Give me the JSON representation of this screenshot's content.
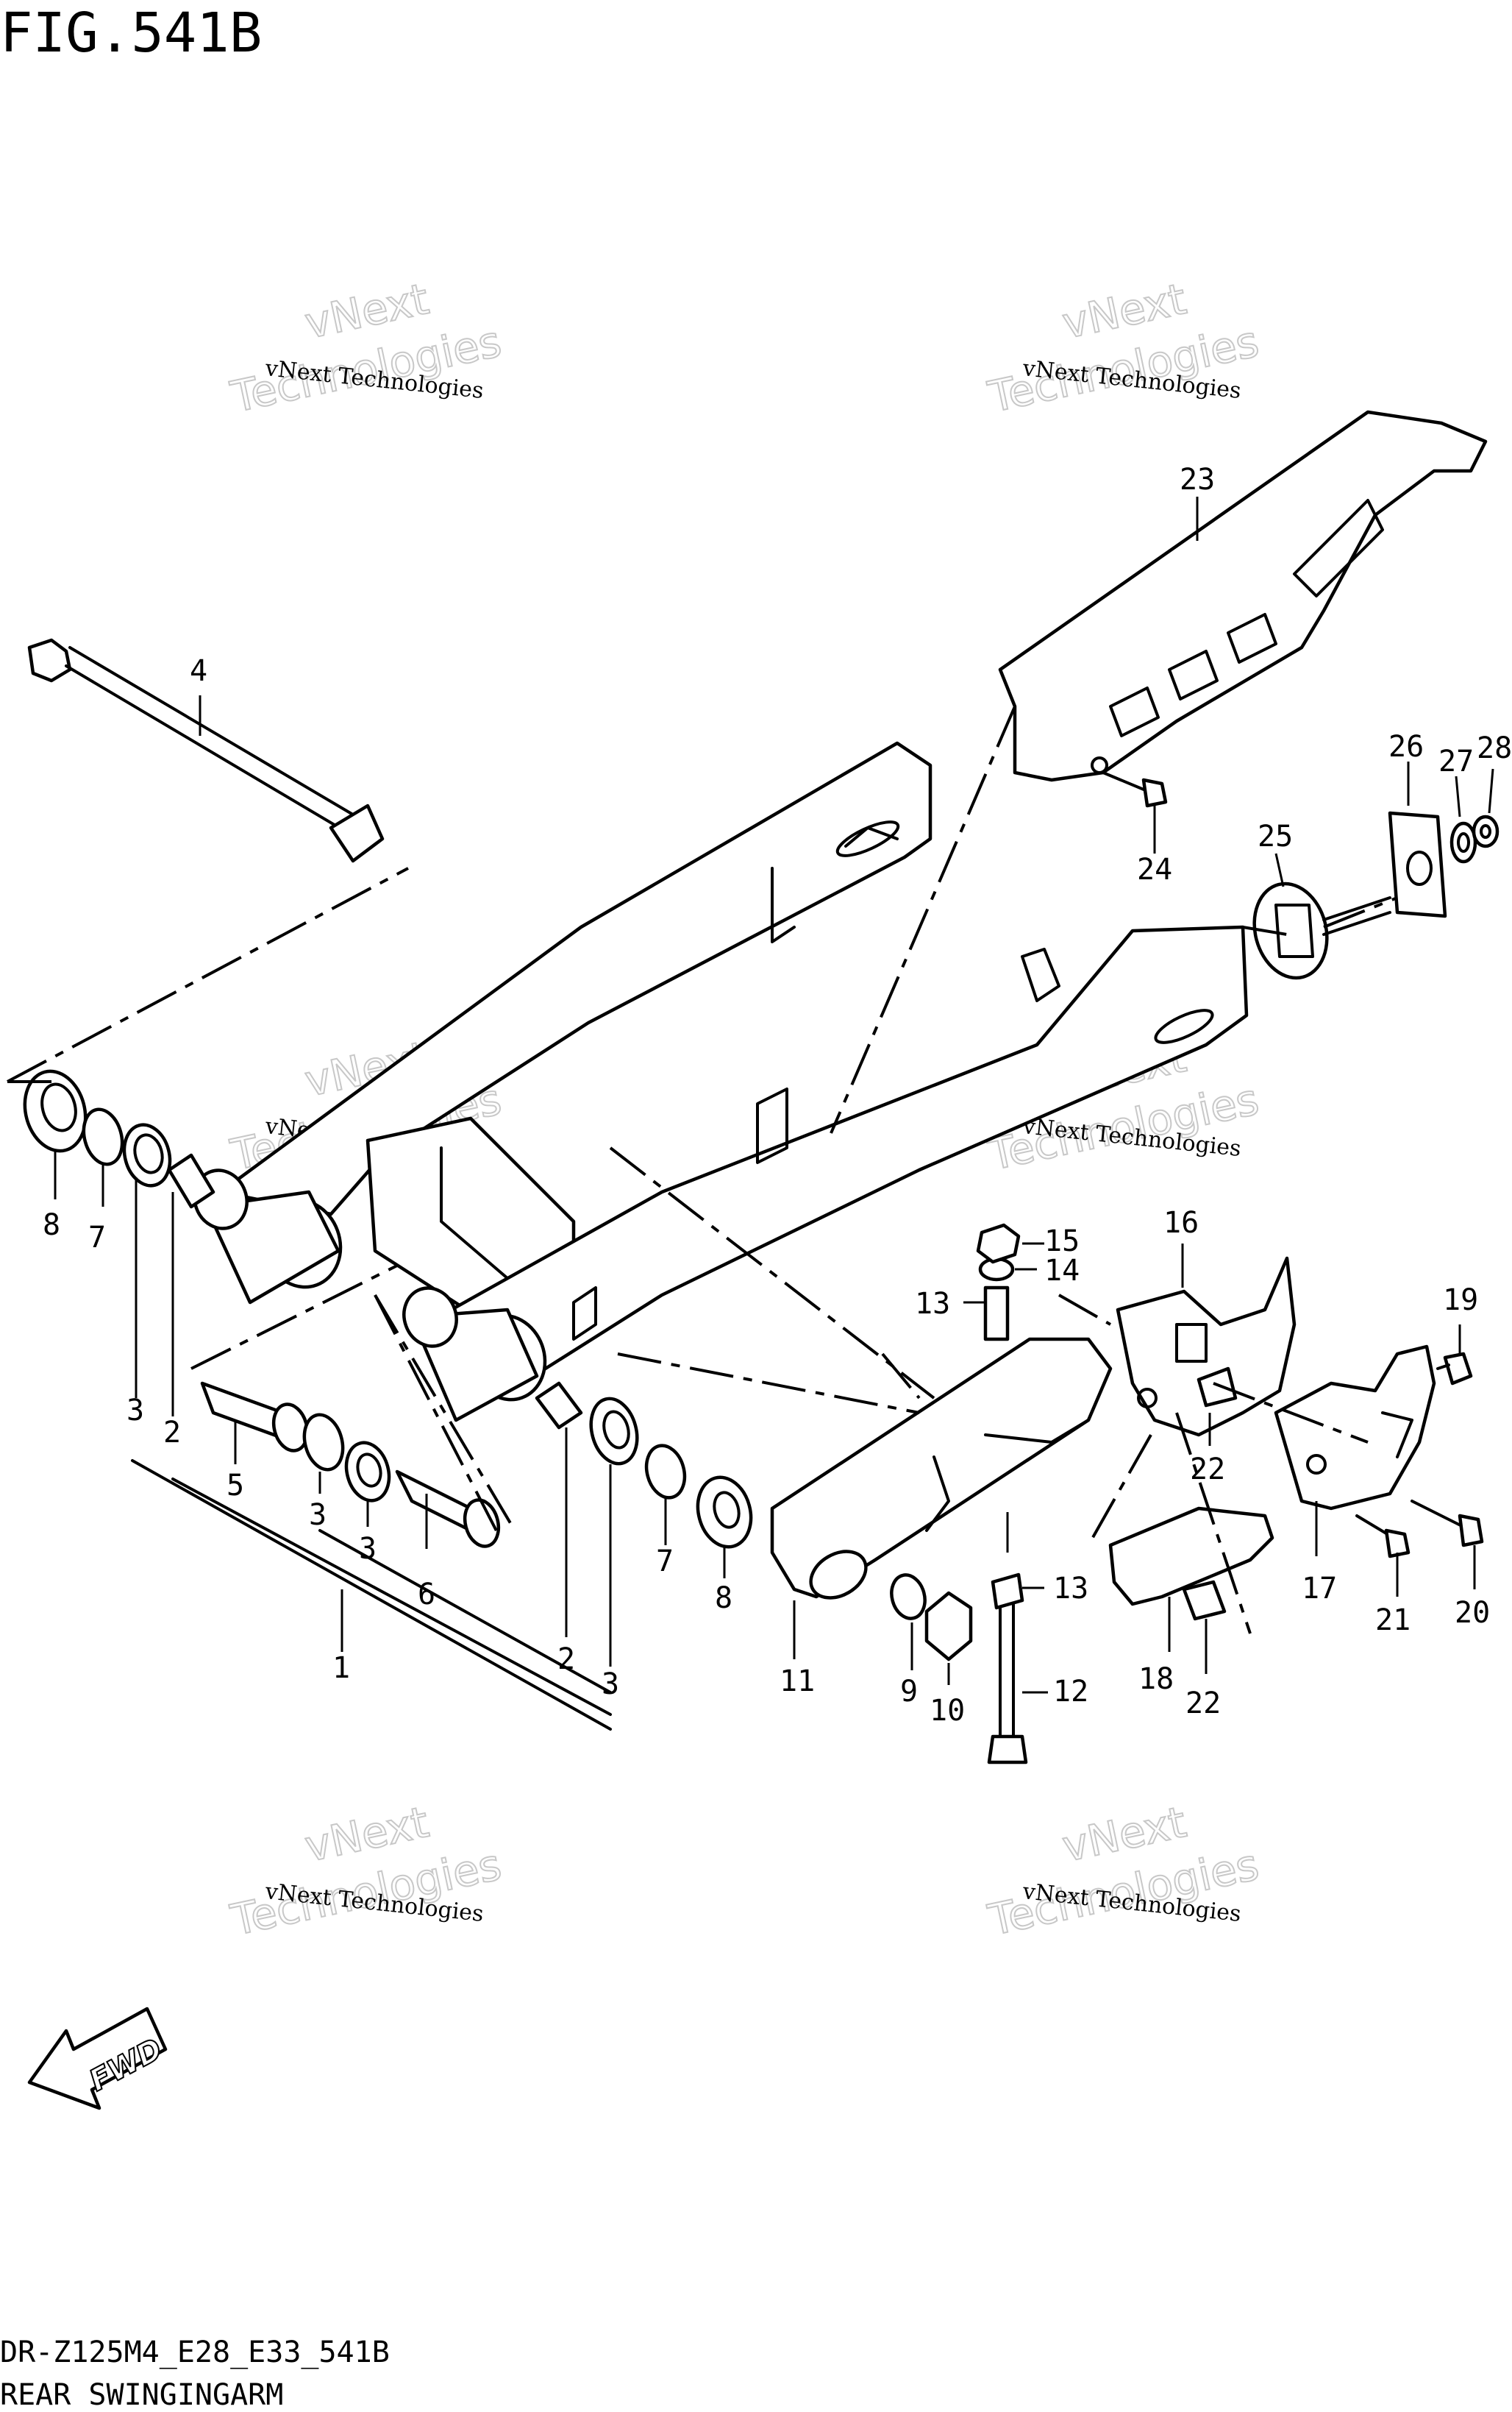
{
  "figure": {
    "title": "FIG.541B",
    "code": "DR-Z125M4_E28_E33_541B",
    "name": "REAR SWINGINGARM"
  },
  "fwd_arrow": {
    "label": "FWD"
  },
  "watermark": {
    "line1": "vNext Technologies",
    "line2_top": "vNext",
    "line2_bottom": "Technologies"
  },
  "callouts": [
    "1",
    "2",
    "2",
    "3",
    "3",
    "3",
    "3",
    "4",
    "5",
    "6",
    "7",
    "7",
    "8",
    "8",
    "9",
    "10",
    "11",
    "12",
    "13",
    "13",
    "14",
    "15",
    "16",
    "17",
    "18",
    "19",
    "20",
    "21",
    "22",
    "22",
    "23",
    "24",
    "25",
    "26",
    "27",
    "28"
  ],
  "colors": {
    "ink": "#000000",
    "paper": "#ffffff",
    "watermark": "#c8c8c8"
  }
}
